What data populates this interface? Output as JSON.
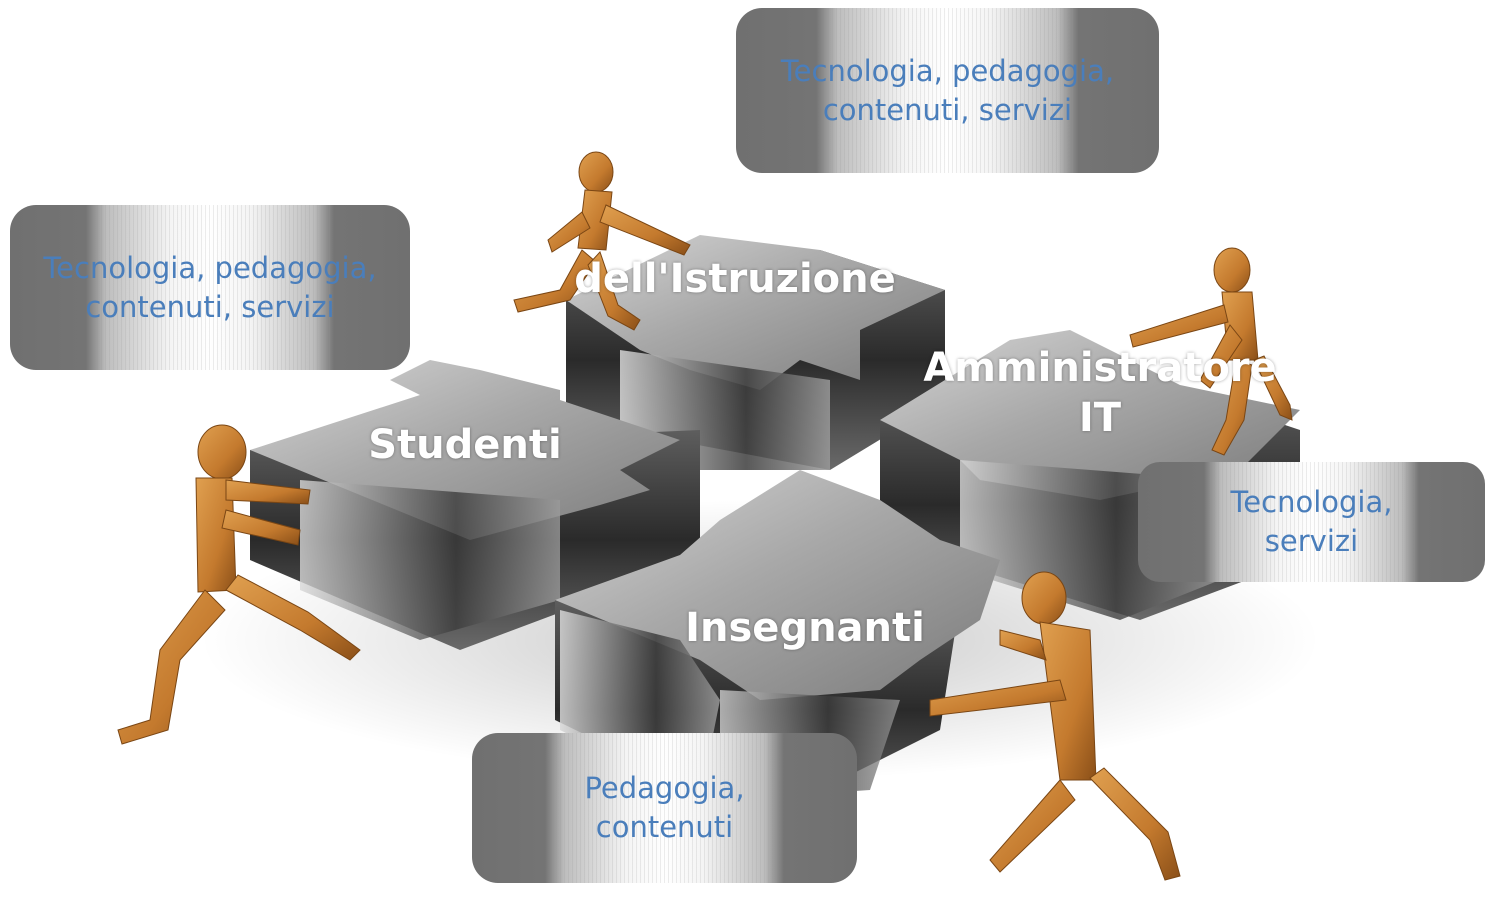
{
  "pieces": {
    "top_label": "dell'Istruzione",
    "right_label": "Amministratore\nIT",
    "left_label": "Studenti",
    "bottom_label": "Insegnanti"
  },
  "callouts": {
    "top": "Tecnologia, pedagogia,\ncontenuti, servizi",
    "left": "Tecnologia, pedagogia,\ncontenuti, servizi",
    "right": "Tecnologia,\nservizi",
    "bottom": "Pedagogia,\ncontenuti"
  },
  "colors": {
    "callout_text": "#4a7ebb",
    "label_text": "#ffffff",
    "figure_wood": "#c8833a",
    "puzzle_metal": "#8c8c8c"
  }
}
